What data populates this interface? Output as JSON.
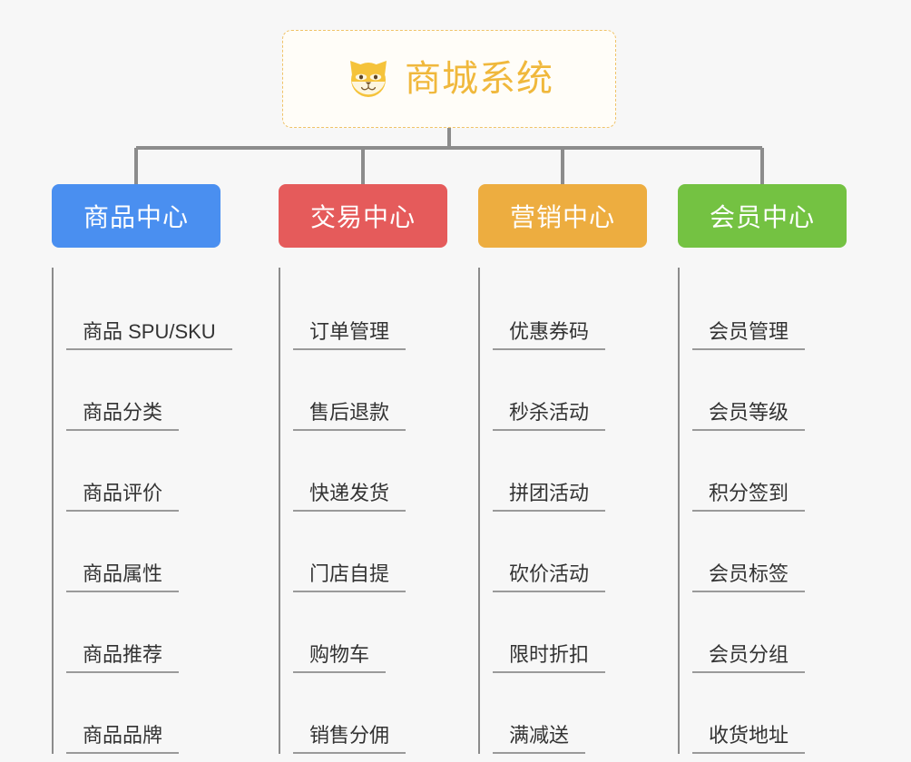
{
  "page": {
    "background_color": "#f7f7f7",
    "type": "mind-map"
  },
  "root": {
    "title": "商城系统",
    "icon": "dog-face-emoji",
    "border_color": "#f0c368",
    "text_color": "#f0b83c",
    "background_color": "#fffdf8"
  },
  "connector": {
    "color": "#8c8c8c"
  },
  "branches": [
    {
      "label": "商品中心",
      "color": "#4a8ff0",
      "items": [
        "商品 SPU/SKU",
        "商品分类",
        "商品评价",
        "商品属性",
        "商品推荐",
        "商品品牌"
      ]
    },
    {
      "label": "交易中心",
      "color": "#e55b5b",
      "items": [
        "订单管理",
        "售后退款",
        "快递发货",
        "门店自提",
        "购物车",
        "销售分佣"
      ]
    },
    {
      "label": "营销中心",
      "color": "#edad40",
      "items": [
        "优惠券码",
        "秒杀活动",
        "拼团活动",
        "砍价活动",
        "限时折扣",
        "满减送"
      ]
    },
    {
      "label": "会员中心",
      "color": "#74c242",
      "items": [
        "会员管理",
        "会员等级",
        "积分签到",
        "会员标签",
        "会员分组",
        "收货地址"
      ]
    }
  ]
}
